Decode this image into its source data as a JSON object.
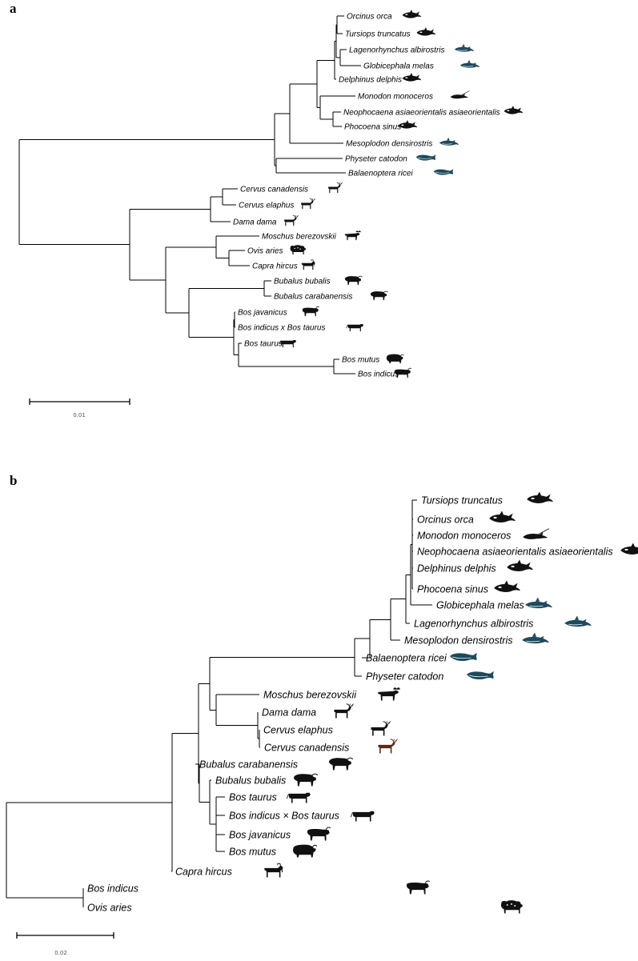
{
  "panels": [
    {
      "label": "a",
      "scale_label": "0.01",
      "leaves": [
        {
          "name": "Orcinus orca",
          "icon": "orca-icon"
        },
        {
          "name": "Tursiops truncatus",
          "icon": "orca-icon"
        },
        {
          "name": "Lagenorhynchus albirostris",
          "icon": "dolphin-icon"
        },
        {
          "name": "Globicephala melas",
          "icon": "dolphin-icon"
        },
        {
          "name": "Delphinus delphis",
          "icon": "orca-icon"
        },
        {
          "name": "Monodon monoceros",
          "icon": "narwhal-icon"
        },
        {
          "name": "Neophocaena asiaeorientalis asiaeorientalis",
          "icon": "orca-icon"
        },
        {
          "name": "Phocoena sinus",
          "icon": "orca-icon"
        },
        {
          "name": "Mesoplodon densirostris",
          "icon": "dolphin-icon"
        },
        {
          "name": "Physeter catodon",
          "icon": "whale-icon"
        },
        {
          "name": "Balaenoptera ricei",
          "icon": "whale-icon"
        },
        {
          "name": "Cervus canadensis",
          "icon": "deer-icon"
        },
        {
          "name": "Cervus elaphus",
          "icon": "deer-icon"
        },
        {
          "name": "Dama dama",
          "icon": "deer-icon"
        },
        {
          "name": "Moschus berezovskii",
          "icon": "moose-icon"
        },
        {
          "name": "Ovis aries",
          "icon": "sheep-icon"
        },
        {
          "name": "Capra hircus",
          "icon": "goat-icon"
        },
        {
          "name": "Bubalus bubalis",
          "icon": "buffalo-icon"
        },
        {
          "name": "Bubalus carabanensis",
          "icon": "buffalo-icon"
        },
        {
          "name": "Bos javanicus",
          "icon": "bovine-icon"
        },
        {
          "name": "Bos indicus x Bos taurus",
          "icon": "cow-icon"
        },
        {
          "name": "Bos taurus",
          "icon": "cow-icon"
        },
        {
          "name": "Bos mutus",
          "icon": "yak-icon"
        },
        {
          "name": "Bos indicus",
          "icon": "bovine-icon"
        }
      ]
    },
    {
      "label": "b",
      "scale_label": "0.02",
      "leaves": [
        {
          "name": "Tursiops truncatus",
          "icon": "orca-icon"
        },
        {
          "name": "Orcinus orca",
          "icon": "orca-icon"
        },
        {
          "name": "Monodon monoceros",
          "icon": "narwhal-icon"
        },
        {
          "name": "Neophocaena asiaeorientalis asiaeorientalis",
          "icon": "orca-icon"
        },
        {
          "name": "Delphinus delphis",
          "icon": "orca-icon"
        },
        {
          "name": "Phocoena sinus",
          "icon": "orca-icon"
        },
        {
          "name": "Globicephala melas",
          "icon": "dolphin-icon"
        },
        {
          "name": "Lagenorhynchus albirostris",
          "icon": "dolphin-icon"
        },
        {
          "name": "Mesoplodon densirostris",
          "icon": "dolphin-icon"
        },
        {
          "name": "Balaenoptera ricei",
          "icon": "whale-icon"
        },
        {
          "name": "Physeter catodon",
          "icon": "whale-icon"
        },
        {
          "name": "Moschus berezovskii",
          "icon": "moose-icon"
        },
        {
          "name": "Dama dama",
          "icon": "deer-icon"
        },
        {
          "name": "Cervus elaphus",
          "icon": "deer-icon"
        },
        {
          "name": "Cervus canadensis",
          "icon": "deer-icon"
        },
        {
          "name": "Bubalus carabanensis",
          "icon": "buffalo-icon"
        },
        {
          "name": "Bubalus bubalis",
          "icon": "buffalo-icon"
        },
        {
          "name": "Bos taurus",
          "icon": "cow-icon"
        },
        {
          "name": "Bos indicus × Bos taurus",
          "icon": "cow-icon"
        },
        {
          "name": "Bos javanicus",
          "icon": "bovine-icon"
        },
        {
          "name": "Bos mutus",
          "icon": "yak-icon"
        },
        {
          "name": "Capra hircus",
          "icon": "goat-icon"
        },
        {
          "name": "Bos indicus",
          "icon": "bovine-icon"
        },
        {
          "name": "Ovis aries",
          "icon": "sheep-icon"
        }
      ]
    }
  ],
  "colors": {
    "branch": "#000000",
    "icon_dark": "#111111",
    "icon_teal": "#1e4a5c",
    "icon_brown": "#5a2a1a"
  }
}
